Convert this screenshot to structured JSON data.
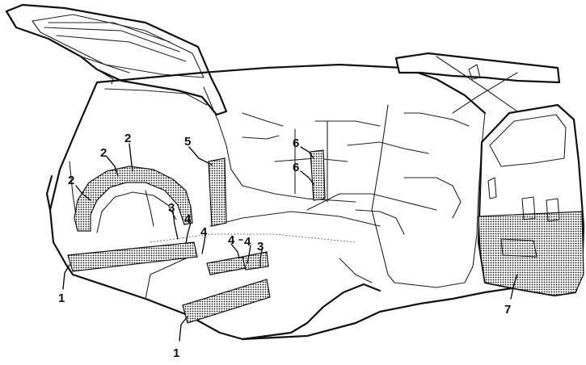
{
  "callouts": [
    {
      "id": "c1a",
      "label": "1"
    },
    {
      "id": "c1b",
      "label": "1"
    },
    {
      "id": "c2a",
      "label": "2"
    },
    {
      "id": "c2b",
      "label": "2"
    },
    {
      "id": "c2c",
      "label": "2"
    },
    {
      "id": "c3a",
      "label": "3"
    },
    {
      "id": "c3b",
      "label": "3"
    },
    {
      "id": "c4a",
      "label": "4"
    },
    {
      "id": "c4b",
      "label": "4"
    },
    {
      "id": "c4c",
      "label": "4"
    },
    {
      "id": "c4d",
      "label": "4"
    },
    {
      "id": "c5",
      "label": "5"
    },
    {
      "id": "c6a",
      "label": "6"
    },
    {
      "id": "c6b",
      "label": "6"
    },
    {
      "id": "c7",
      "label": "7"
    }
  ]
}
